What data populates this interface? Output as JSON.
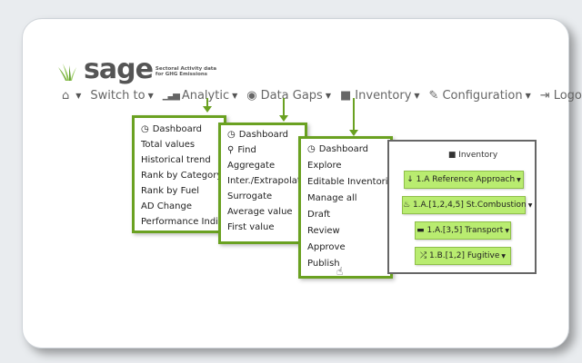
{
  "logo": {
    "word": "sage",
    "subtitle_line1": "Sectoral Activity data",
    "subtitle_line2": "for GHG Emissions"
  },
  "nav": {
    "home_caret": "▼",
    "switch_to": "Switch to",
    "analytic": "Analytic",
    "data_gaps": "Data Gaps",
    "inventory": "Inventory",
    "configuration": "Configuration",
    "logout": "Logout"
  },
  "analytic_menu": [
    "Dashboard",
    "Total values",
    "Historical trend",
    "Rank by Category",
    "Rank by Fuel",
    "AD Change",
    "Performance Indicator"
  ],
  "datagaps_menu": [
    "Dashboard",
    "Find",
    "Aggregate",
    "Inter./Extrapolate",
    "Surrogate",
    "Average value",
    "First value"
  ],
  "inventory_menu": [
    "Dashboard",
    "Explore",
    "Editable Inventories",
    "Manage all",
    "Draft",
    "Review",
    "Approve",
    "Publish"
  ],
  "inventory_panel": {
    "title": "Inventory",
    "buttons": [
      "1.A Reference Approach",
      "1.A.[1,2,4,5] St.Combustion",
      "1.A.[3,5] Transport",
      "1.B.[1,2] Fugitive"
    ]
  },
  "colors": {
    "accent_green": "#6aa121",
    "button_green": "#b9ec70"
  }
}
